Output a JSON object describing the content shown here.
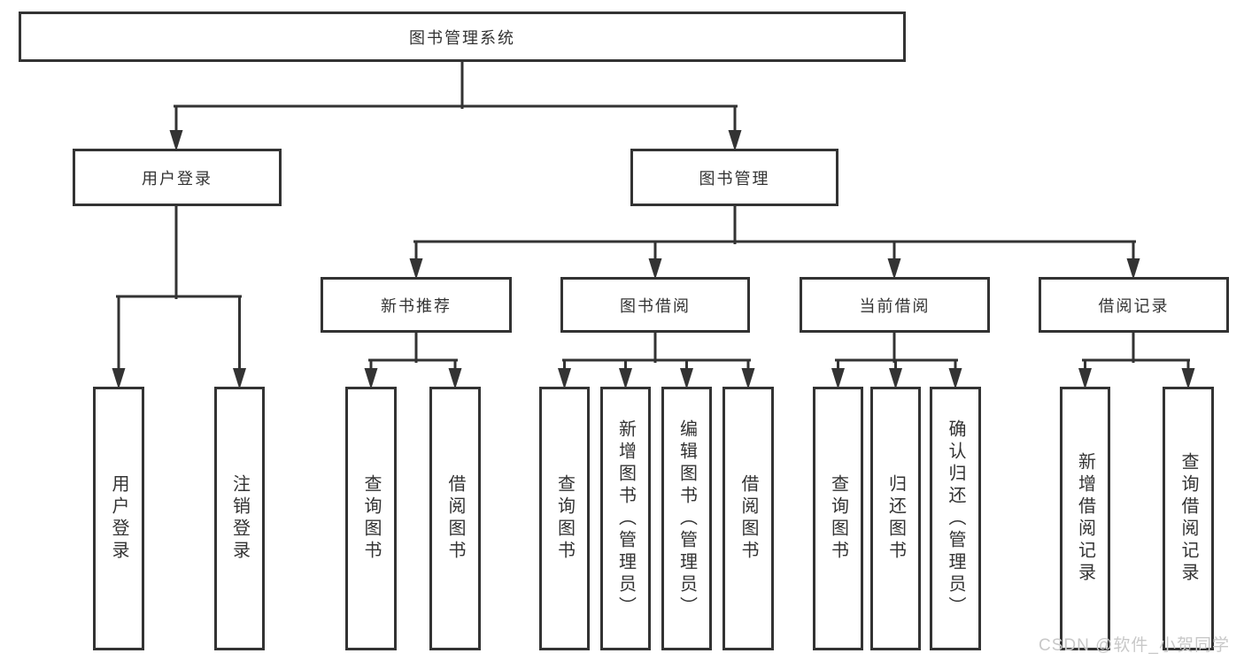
{
  "diagram": {
    "root": {
      "label": "图书管理系统"
    },
    "level2": [
      {
        "label": "用户登录"
      },
      {
        "label": "图书管理"
      }
    ],
    "level3": [
      {
        "label": "新书推荐"
      },
      {
        "label": "图书借阅"
      },
      {
        "label": "当前借阅"
      },
      {
        "label": "借阅记录"
      }
    ],
    "level4": {
      "userLogin": [
        {
          "label": "用户登录"
        },
        {
          "label": "注销登录"
        }
      ],
      "newBookRecommend": [
        {
          "label": "查询图书"
        },
        {
          "label": "借阅图书"
        }
      ],
      "bookBorrowing": [
        {
          "label": "查询图书"
        },
        {
          "label": "新增图书（管理员）"
        },
        {
          "label": "编辑图书（管理员）"
        },
        {
          "label": "借阅图书"
        }
      ],
      "currentBorrowing": [
        {
          "label": "查询图书"
        },
        {
          "label": "归还图书"
        },
        {
          "label": "确认归还（管理员）"
        }
      ],
      "borrowingRecords": [
        {
          "label": "新增借阅记录"
        },
        {
          "label": "查询借阅记录"
        }
      ]
    }
  },
  "watermark": "CSDN @软件_小贺同学",
  "colors": {
    "line": "#333333",
    "text": "#333333",
    "watermark": "#c8c8c8",
    "background": "#ffffff"
  }
}
